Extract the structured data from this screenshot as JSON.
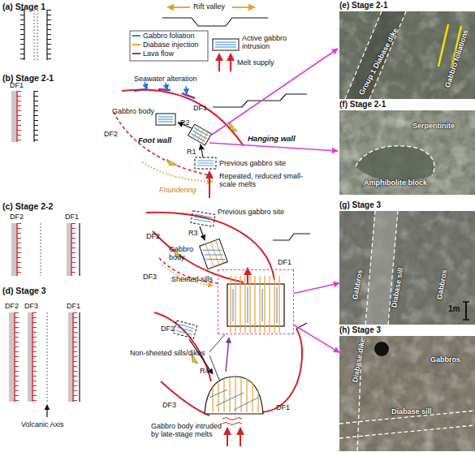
{
  "diagram": {
    "nodes": [
      {
        "text": [
          "(e) Stage 2-1",
          "Gabbro foliations",
          "Group 1 Diabase dike"
        ]
      },
      {
        "text": [
          "(f) Stage 2-1",
          "Serpentinite",
          "Amphibolite block"
        ]
      },
      {
        "text": [
          "(g) Stage 3",
          "Gabbros",
          "Diabase sill",
          "Gabbros",
          "1m"
        ]
      },
      {
        "text": [
          "(h) Stage 3",
          "Gabbros",
          "Diabase dike",
          "Diabase sill"
        ]
      },
      {
        "text": [
          "Sheeted sills"
        ]
      }
    ],
    "edges": [
      {
        "from": 4,
        "to": 2,
        "arrow": "to"
      },
      {
        "from": 4,
        "to": 3,
        "arrow": "to"
      }
    ],
    "labels": [
      "(a) Stage 1",
      "Rift valley",
      "(b) Stage 2-1",
      "DF1",
      "Seawater alteration",
      "Gabbro body",
      "DF1",
      "R2",
      "Foot wall",
      "Hanging wall",
      "DF2",
      "R1",
      "Foundering",
      "Previous gabbro site",
      "Repeated, reduced small-scale melts",
      "(c) Stage 2-2",
      "DF2",
      "DF1",
      "Previous gabbro site",
      "R3",
      "Gabbro body",
      "DF2",
      "DF3",
      "DF1",
      "(d) Stage 3",
      "DF2",
      "DF3",
      "DF1",
      "Volcanic Axis",
      "Non-sheeted sills/dikes",
      "R4",
      "DF2",
      "DF3",
      "DF1",
      "Gabbro body intruded by late-stage melts"
    ],
    "legend": [
      {
        "text": "Gabbro foliation"
      },
      {
        "text": "Diabase injection"
      },
      {
        "text": "Lava flow"
      },
      {
        "text": "Active gabbro intrusion"
      },
      {
        "text": "Melt supply"
      }
    ]
  }
}
